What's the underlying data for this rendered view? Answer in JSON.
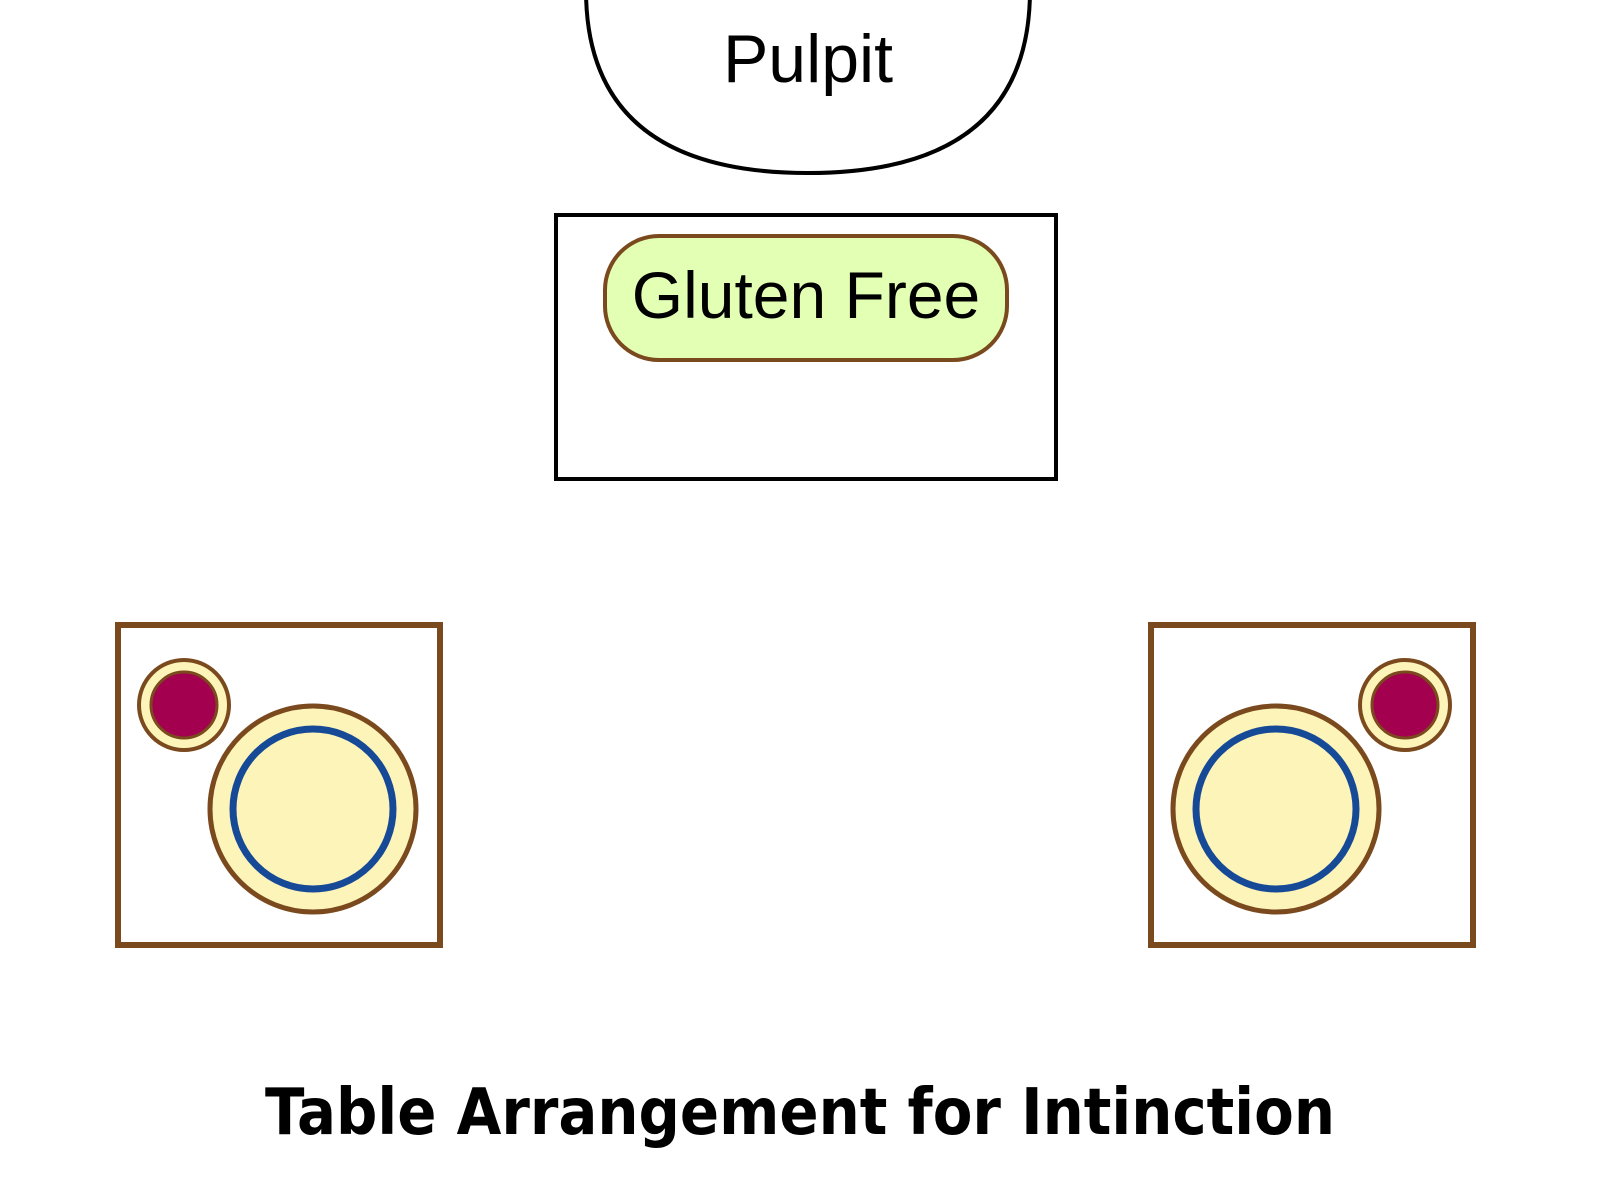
{
  "title": "Table Arrangement for Intinction",
  "pulpit": {
    "label": "Pulpit"
  },
  "center_table": {
    "gluten_free_label": "Gluten Free"
  },
  "stations": [
    {
      "name": "left",
      "chalice_side": "left"
    },
    {
      "name": "right",
      "chalice_side": "right"
    }
  ],
  "colors": {
    "outline_black": "#000000",
    "wood_brown": "#7a4a1e",
    "gluten_free_fill": "#e2ffb4",
    "bread_fill": "#fdf4b9",
    "plate_ring": "#164a97",
    "wine": "#a3004f",
    "background": "#ffffff"
  }
}
